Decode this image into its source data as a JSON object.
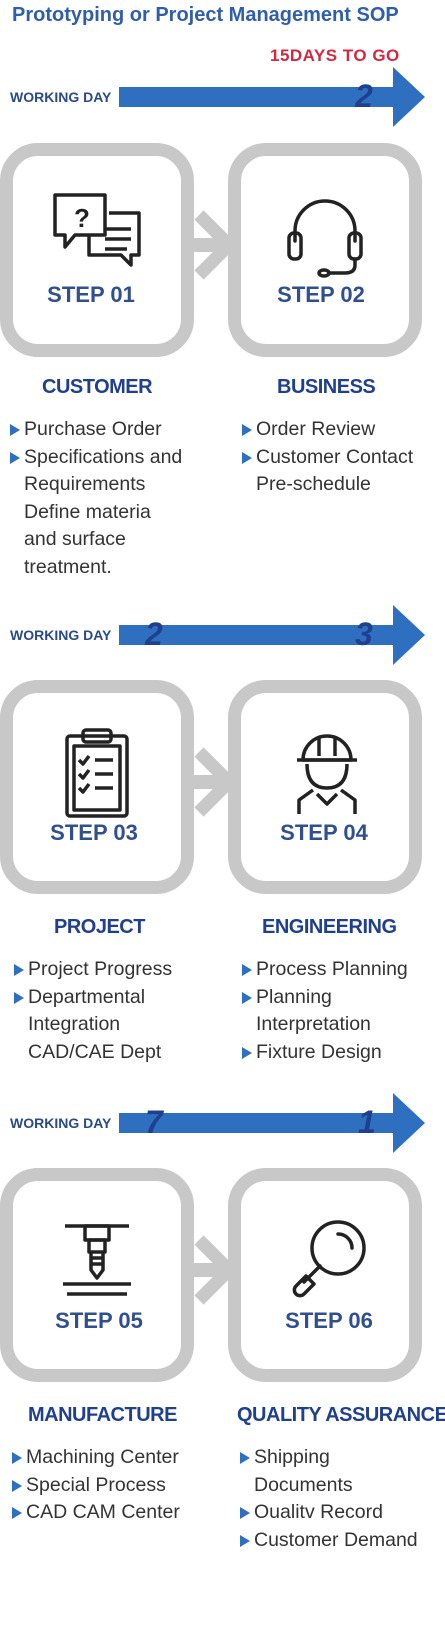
{
  "title": "Prototyping or Project Management SOP",
  "countdown": "15DAYS  TO  GO",
  "colors": {
    "accent": "#2f6fc0",
    "box_border": "#c8c8c8",
    "countdown": "#d6273f"
  },
  "timelines": [
    {
      "label": "WORKING DAY",
      "start": "",
      "end": "2"
    },
    {
      "label": "WORKING DAY",
      "start": "2",
      "end": "3"
    },
    {
      "label": "WORKING DAY",
      "start": "7",
      "end": "1"
    }
  ],
  "steps": [
    {
      "label": "STEP 01",
      "icon": "chat-bubbles-icon",
      "heading": "CUSTOMER",
      "items": [
        {
          "text": "Purchase Order",
          "bullet": true
        },
        {
          "text": "Specifications and",
          "bullet": true
        },
        {
          "text": "Requirements",
          "bullet": false
        },
        {
          "text": "Define materia",
          "bullet": false
        },
        {
          "text": "and surface",
          "bullet": false
        },
        {
          "text": "treatment.",
          "bullet": false
        }
      ]
    },
    {
      "label": "STEP 02",
      "icon": "headset-icon",
      "heading": "BUSINESS",
      "items": [
        {
          "text": "Order Review",
          "bullet": true
        },
        {
          "text": "Customer Contact",
          "bullet": true
        },
        {
          "text": "Pre-schedule",
          "bullet": false
        }
      ]
    },
    {
      "label": "STEP 03",
      "icon": "clipboard-icon",
      "heading": "PROJECT",
      "items": [
        {
          "text": "Project Progress",
          "bullet": true
        },
        {
          "text": "Departmental",
          "bullet": true
        },
        {
          "text": "Integration",
          "bullet": false
        },
        {
          "text": "CAD/CAE Dept",
          "bullet": false
        }
      ]
    },
    {
      "label": "STEP 04",
      "icon": "engineer-hardhat-icon",
      "heading": "ENGINEERING",
      "items": [
        {
          "text": "Process Planning",
          "bullet": true
        },
        {
          "text": "Planning",
          "bullet": true
        },
        {
          "text": "Interpretation",
          "bullet": false
        },
        {
          "text": "Fixture Design",
          "bullet": true
        }
      ]
    },
    {
      "label": "STEP 05",
      "icon": "milling-machine-icon",
      "heading": "MANUFACTURE",
      "items": [
        {
          "text": "Machining Center",
          "bullet": true
        },
        {
          "text": "Special Process",
          "bullet": true
        },
        {
          "text": "CAD CAM Center",
          "bullet": true
        }
      ]
    },
    {
      "label": "STEP 06",
      "icon": "magnifier-icon",
      "heading": "QUALITY ASSURANCE",
      "items": [
        {
          "text": "Shipping",
          "bullet": true
        },
        {
          "text": "Documents",
          "bullet": false
        },
        {
          "text": "Oualitv Record",
          "bullet": true
        },
        {
          "text": "Customer Demand",
          "bullet": true
        }
      ]
    }
  ]
}
